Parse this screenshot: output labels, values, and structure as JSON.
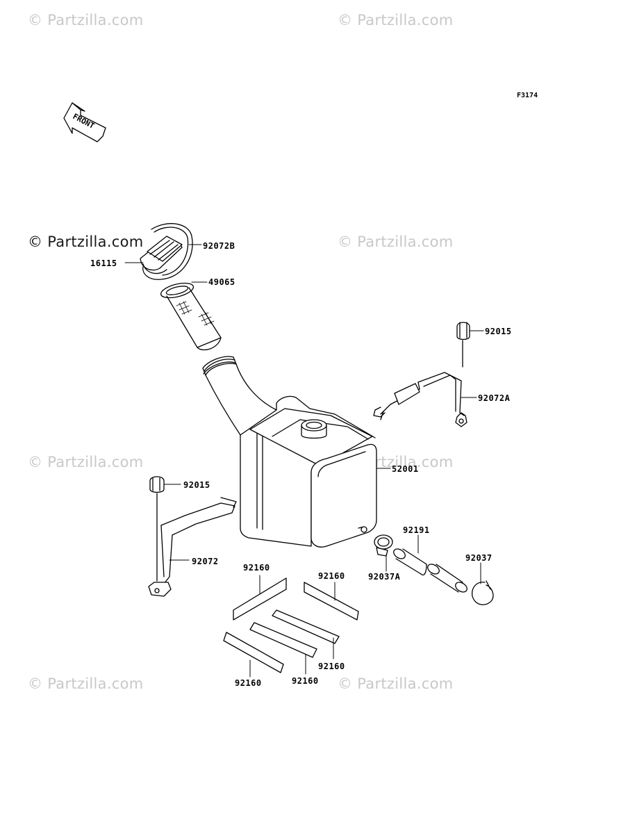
{
  "figure_code": "F3174",
  "front_arrow_text": "FRONT",
  "watermarks": [
    "© Partzilla.com",
    "© Partzilla.com",
    "© Partzilla.com",
    "© Partzilla.com",
    "© Partzilla.com",
    "© Partzilla.com",
    "© Partzilla.com",
    "© Partzilla.com"
  ],
  "part_labels": {
    "cap_strap": "92072B",
    "cap": "16115",
    "filter": "49065",
    "nut_right": "92015",
    "strap_right": "92072A",
    "tank": "52001",
    "nut_left": "92015",
    "strap_left": "92072",
    "pad_1": "92160",
    "pad_2": "92160",
    "pad_3": "92160",
    "pad_4": "92160",
    "pad_5": "92160",
    "hose": "92191",
    "clamp_a": "92037A",
    "clamp": "92037"
  }
}
